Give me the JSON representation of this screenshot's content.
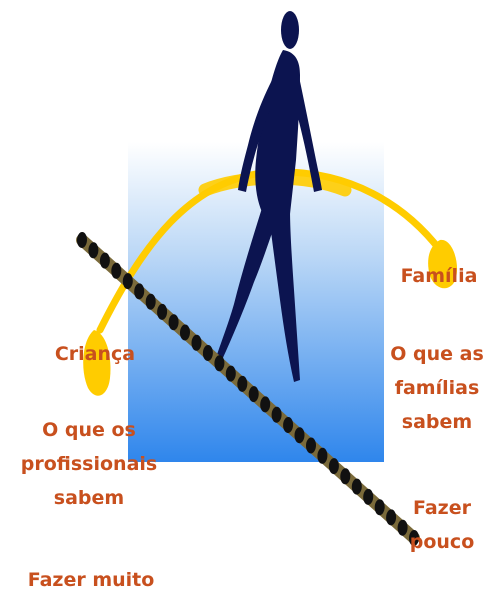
{
  "diagram": {
    "labels": {
      "familia": "Família",
      "crianca": "Criança",
      "familias_sabem": [
        "O que as",
        "famílias",
        "sabem"
      ],
      "profissionais_sabem": [
        "O que os",
        "profissionais",
        "sabem"
      ],
      "fazer_pouco": [
        "Fazer",
        "pouco"
      ],
      "fazer_muito": "Fazer muito"
    },
    "colors": {
      "label": "#c8501e",
      "gradient_top": "#ffffff",
      "gradient_bottom": "#2f86ec",
      "arc": "#ffcc00",
      "figure": "#0c1450",
      "rope_dark": "#111111",
      "rope_light": "#7a6a3a"
    }
  }
}
